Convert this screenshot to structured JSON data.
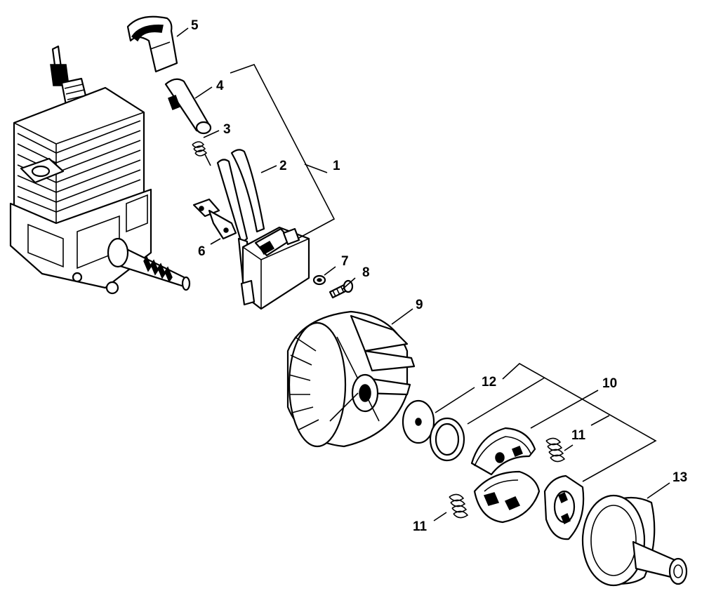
{
  "callouts": {
    "c1": "1",
    "c2": "2",
    "c3": "3",
    "c4": "4",
    "c5": "5",
    "c6": "6",
    "c7": "7",
    "c8": "8",
    "c9": "9",
    "c10": "10",
    "c11a": "11",
    "c11b": "11",
    "c12": "12",
    "c13": "13"
  },
  "colors": {
    "ink": "#000000",
    "paper": "#ffffff"
  }
}
